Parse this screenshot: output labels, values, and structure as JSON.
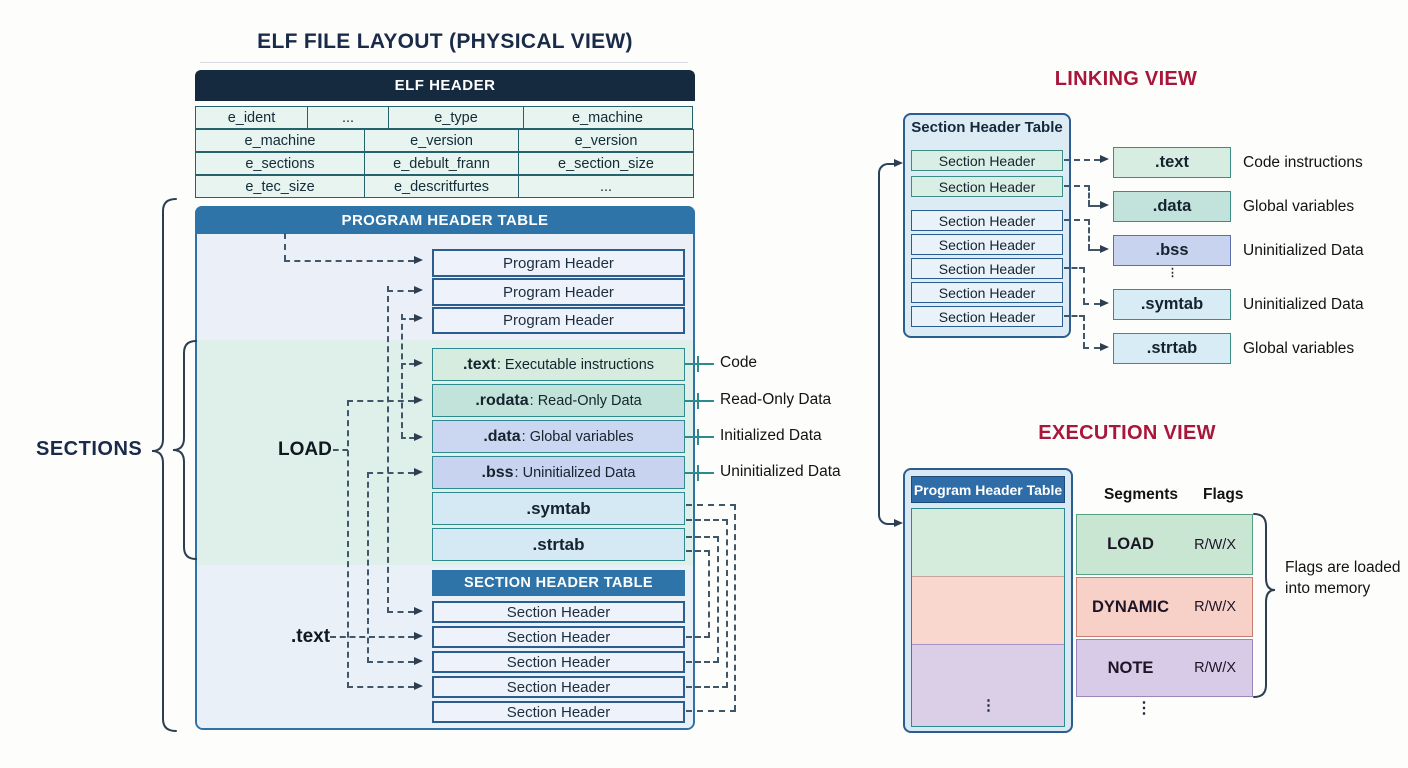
{
  "physical": {
    "title": "ELF FILE LAYOUT (PHYSICAL VIEW)",
    "elf_header": {
      "title": "ELF HEADER",
      "row1": [
        "e_ident",
        "...",
        "e_type",
        "e_machine"
      ],
      "row2": [
        "e_machine",
        "e_version",
        "e_version"
      ],
      "row3": [
        "e_sections",
        "e_debult_frann",
        "e_section_size"
      ],
      "row4": [
        "e_tec_size",
        "e_descritfurtes",
        "..."
      ]
    },
    "program_header_table": {
      "title": "PROGRAM HEADER TABLE",
      "rows": [
        "Program Header",
        "Program Header",
        "Program Header"
      ]
    },
    "sections": [
      {
        "name": ".text",
        "desc": ": Executable instructions"
      },
      {
        "name": ".rodata",
        "desc": ": Read-Only Data"
      },
      {
        "name": ".data",
        "desc": ": Global variables"
      },
      {
        "name": ".bss",
        "desc": ": Uninitialized Data"
      },
      {
        "name": ".symtab",
        "desc": ""
      },
      {
        "name": ".strtab",
        "desc": ""
      }
    ],
    "section_header_table": {
      "title": "SECTION HEADER TABLE",
      "rows": [
        "Section Header",
        "Section Header",
        "Section Header",
        "Section Header",
        "Section Header"
      ]
    },
    "labels": {
      "load": "LOAD",
      "text_segment": ".text",
      "sections_brace": "SECTIONS",
      "side": [
        "Code",
        "Read-Only Data",
        "Initialized Data",
        "Uninitialized Data"
      ]
    }
  },
  "linking": {
    "title": "LINKING VIEW",
    "table": {
      "title": "Section Header Table",
      "rows": [
        "Section Header",
        "Section Header",
        "Section Header",
        "Section Header",
        "Section Header",
        "Section Header",
        "Section Header"
      ]
    },
    "items": [
      {
        "name": ".text",
        "desc": "Code instructions"
      },
      {
        "name": ".data",
        "desc": "Global variables"
      },
      {
        "name": ".bss",
        "desc": "Uninitialized Data"
      },
      {
        "name": ".symtab",
        "desc": "Uninitialized Data"
      },
      {
        "name": ".strtab",
        "desc": "Global variables"
      }
    ]
  },
  "execution": {
    "title": "EXECUTION VIEW",
    "table_title": "Program Header Table",
    "col_segments": "Segments",
    "col_flags": "Flags",
    "segments": [
      {
        "name": "LOAD",
        "flags": "R/W/X"
      },
      {
        "name": "DYNAMIC",
        "flags": "R/W/X"
      },
      {
        "name": "NOTE",
        "flags": "R/W/X"
      }
    ],
    "note": "Flags are loaded into memory"
  },
  "misc": {
    "vdots": "⋮"
  },
  "colors": {
    "title_navy": "#1a2b49",
    "view_crimson": "#a8173a",
    "table_blue": "#2e74a8",
    "elf_header_navy": "#152a3e",
    "mint_band": "#def0e9",
    "section_teal_border": "#2f8a8f"
  }
}
